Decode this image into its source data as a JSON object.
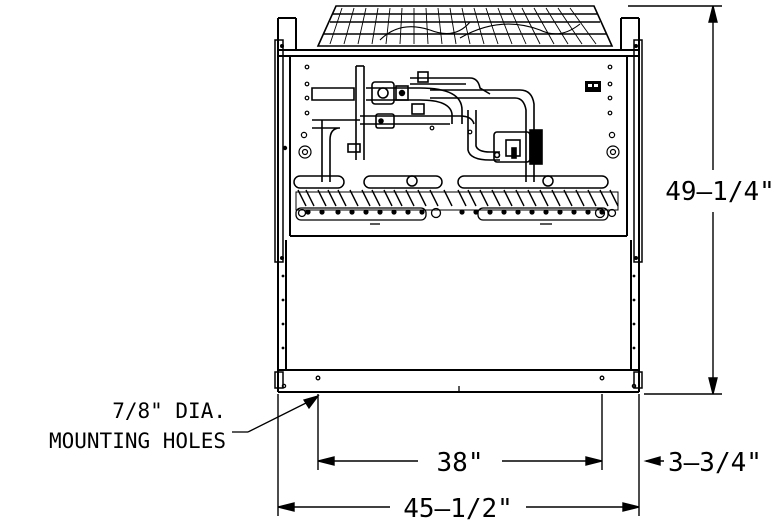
{
  "drawing": {
    "dimensions": {
      "height": "49–1/4\"",
      "hole_spacing": "38\"",
      "overall_width": "45–1/2\"",
      "depth_offset": "3–3/4\""
    },
    "note": {
      "line1": "7/8\" DIA.",
      "line2": "MOUNTING HOLES"
    },
    "colors": {
      "line": "#000000",
      "background": "#ffffff"
    }
  }
}
